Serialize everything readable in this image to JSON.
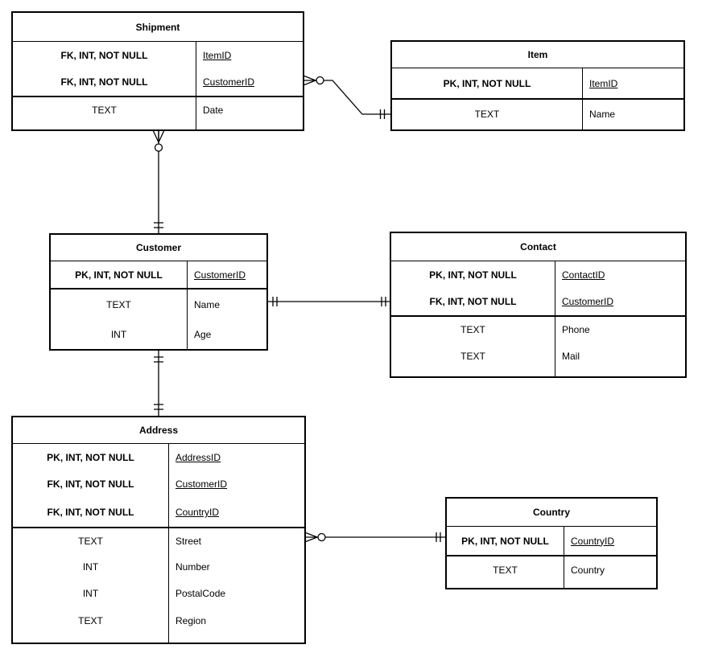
{
  "colors": {
    "line": "#000000",
    "background": "#ffffff",
    "text": "#000000"
  },
  "tables": {
    "shipment": {
      "title": "Shipment",
      "rows": [
        {
          "type": "FK, INT, NOT NULL",
          "name": "ItemID"
        },
        {
          "type": "FK, INT, NOT NULL",
          "name": "CustomerID"
        },
        {
          "type": "TEXT",
          "name": "Date"
        }
      ]
    },
    "item": {
      "title": "Item",
      "rows": [
        {
          "type": "PK, INT, NOT NULL",
          "name": "ItemID"
        },
        {
          "type": "TEXT",
          "name": "Name"
        }
      ]
    },
    "customer": {
      "title": "Customer",
      "rows": [
        {
          "type": "PK, INT, NOT NULL",
          "name": "CustomerID"
        },
        {
          "type": "TEXT",
          "name": "Name"
        },
        {
          "type": "INT",
          "name": "Age"
        }
      ]
    },
    "contact": {
      "title": "Contact",
      "rows": [
        {
          "type": "PK, INT, NOT NULL",
          "name": "ContactID"
        },
        {
          "type": "FK, INT, NOT NULL",
          "name": "CustomerID"
        },
        {
          "type": "TEXT",
          "name": "Phone"
        },
        {
          "type": "TEXT",
          "name": "Mail"
        }
      ]
    },
    "address": {
      "title": "Address",
      "rows": [
        {
          "type": "PK, INT, NOT NULL",
          "name": "AddressID"
        },
        {
          "type": "FK, INT, NOT NULL",
          "name": "CustomerID"
        },
        {
          "type": "FK, INT, NOT NULL",
          "name": "CountryID"
        },
        {
          "type": "TEXT",
          "name": "Street"
        },
        {
          "type": "INT",
          "name": "Number"
        },
        {
          "type": "INT",
          "name": "PostalCode"
        },
        {
          "type": "TEXT",
          "name": "Region"
        }
      ]
    },
    "country": {
      "title": "Country",
      "rows": [
        {
          "type": "PK, INT, NOT NULL",
          "name": "CountryID"
        },
        {
          "type": "TEXT",
          "name": "Country"
        }
      ]
    }
  },
  "relationships": [
    {
      "name": "shipment-item",
      "from": {
        "table": "Shipment",
        "symbol": "zero-or-many"
      },
      "to": {
        "table": "Item",
        "symbol": "exactly-one"
      }
    },
    {
      "name": "shipment-customer",
      "from": {
        "table": "Shipment",
        "symbol": "zero-or-many"
      },
      "to": {
        "table": "Customer",
        "symbol": "exactly-one"
      }
    },
    {
      "name": "customer-contact",
      "from": {
        "table": "Customer",
        "symbol": "exactly-one"
      },
      "to": {
        "table": "Contact",
        "symbol": "exactly-one"
      }
    },
    {
      "name": "customer-address",
      "from": {
        "table": "Customer",
        "symbol": "exactly-one"
      },
      "to": {
        "table": "Address",
        "symbol": "exactly-one"
      }
    },
    {
      "name": "address-country",
      "from": {
        "table": "Address",
        "symbol": "zero-or-many"
      },
      "to": {
        "table": "Country",
        "symbol": "exactly-one"
      }
    }
  ]
}
